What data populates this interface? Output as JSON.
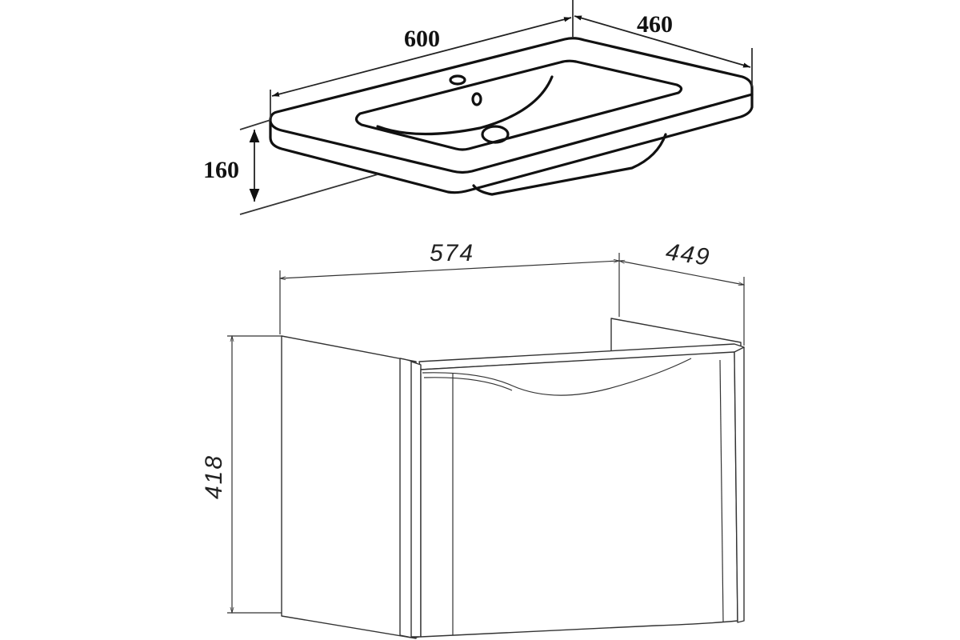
{
  "basin": {
    "width_label": "600",
    "depth_label": "460",
    "height_label": "160"
  },
  "cabinet": {
    "width_label": "574",
    "depth_label": "449",
    "height_label": "418"
  }
}
